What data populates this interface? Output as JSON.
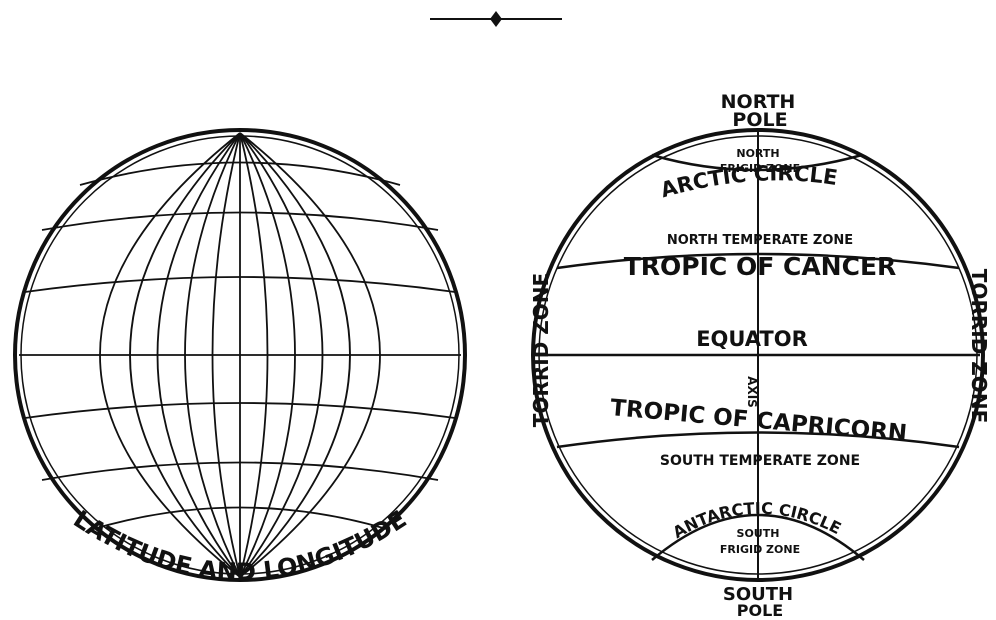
{
  "left_globe": {
    "caption": "LATITUDE AND LONGITUDE"
  },
  "right_globe": {
    "north_pole_line1": "NORTH",
    "north_pole_line2": "POLE",
    "north_frigid_line1": "NORTH",
    "north_frigid_line2": "FRIGID ZONE",
    "arctic_circle": "ARCTIC CIRCLE",
    "north_temperate": "NORTH TEMPERATE ZONE",
    "tropic_cancer": "TROPIC OF CANCER",
    "equator": "EQUATOR",
    "axis": "AXIS",
    "tropic_capricorn": "TROPIC OF CAPRICORN",
    "south_temperate": "SOUTH TEMPERATE ZONE",
    "antarctic_circle": "ANTARCTIC CIRCLE",
    "south_frigid_line1": "SOUTH",
    "south_frigid_line2": "FRIGID ZONE",
    "south_pole_line1": "SOUTH",
    "south_pole_line2": "POLE",
    "torrid_left": "TORRID ZONE",
    "torrid_right": "TORRID ZONE"
  }
}
